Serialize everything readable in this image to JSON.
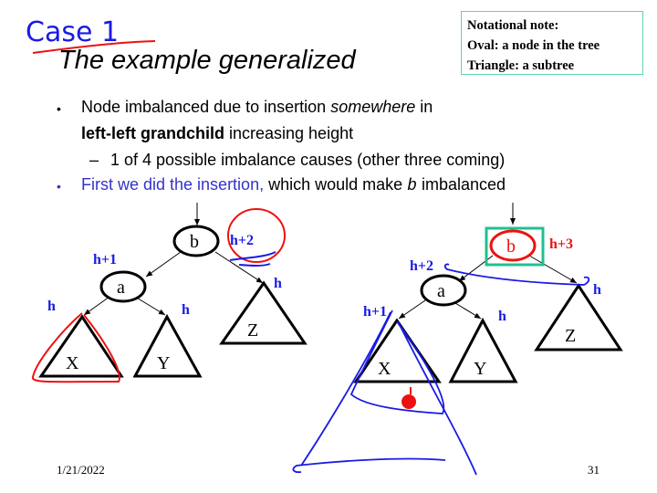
{
  "handwritten_heading": "Case 1",
  "title": "The example generalized",
  "note": {
    "line1": "Notational note:",
    "line2": "Oval: a node in the tree",
    "line3": "Triangle: a subtree"
  },
  "bullets": {
    "b1_pre": "Node imbalanced due to insertion ",
    "b1_em": "somewhere",
    "b1_post": " in",
    "b1_bold": "left-left grandchild",
    "b1_rest": " increasing height",
    "sub": "1 of 4 possible imbalance causes (other three coming)",
    "b2_blue": "First we did the insertion,",
    "b2_rest": " which would make ",
    "b2_var": "b",
    "b2_end": " imbalanced"
  },
  "left_tree": {
    "root": "b",
    "child": "a",
    "subtrees": [
      "X",
      "Y",
      "Z"
    ],
    "h_root": "h+2",
    "h_a": "h+1",
    "h_x": "h",
    "h_y": "h",
    "h_z": "h"
  },
  "right_tree": {
    "root": "b",
    "child": "a",
    "subtrees": [
      "X",
      "Y",
      "Z"
    ],
    "h_root": "h+3",
    "h_a": "h+2",
    "h_x": "h+1",
    "h_y": "h",
    "h_z": "h"
  },
  "colors": {
    "blue": "#1a1ae6",
    "red": "#ee1111",
    "teal": "#22c08f"
  },
  "footer": {
    "date": "1/21/2022",
    "page": "31"
  }
}
